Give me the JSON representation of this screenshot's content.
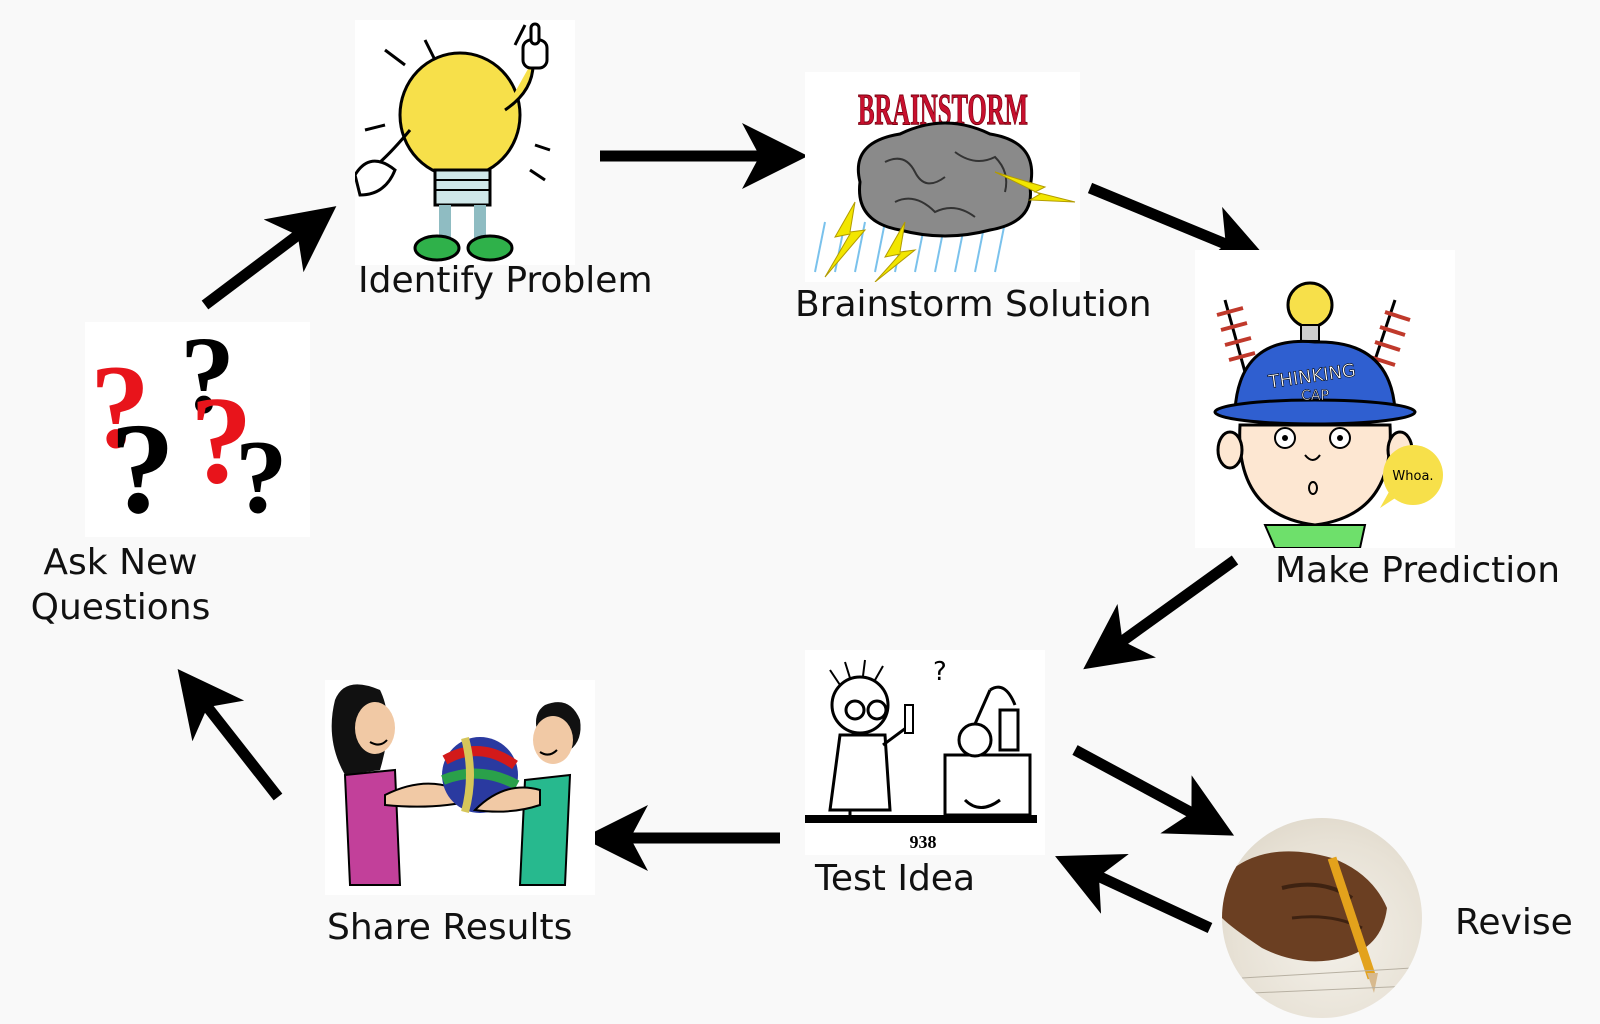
{
  "diagram": {
    "steps": {
      "identify": "Identify Problem",
      "brainstorm": "Brainstorm Solution",
      "predict": "Make Prediction",
      "test": "Test Idea",
      "share": "Share Results",
      "ask_line1": "Ask New",
      "ask_line2": "Questions",
      "revise": "Revise"
    },
    "image_text": {
      "brainstorm_banner": "BRAINSTORM",
      "thinking_cap_line1": "THINKING",
      "thinking_cap_line2": "CAP",
      "speech_bubble": "Whoa.",
      "page_number": "938"
    },
    "colors": {
      "arrow": "#000000",
      "bulb": "#f7e04a",
      "brainstorm_red": "#c8102e",
      "cap_blue": "#2f5fd0",
      "question_red": "#e8141b"
    }
  }
}
